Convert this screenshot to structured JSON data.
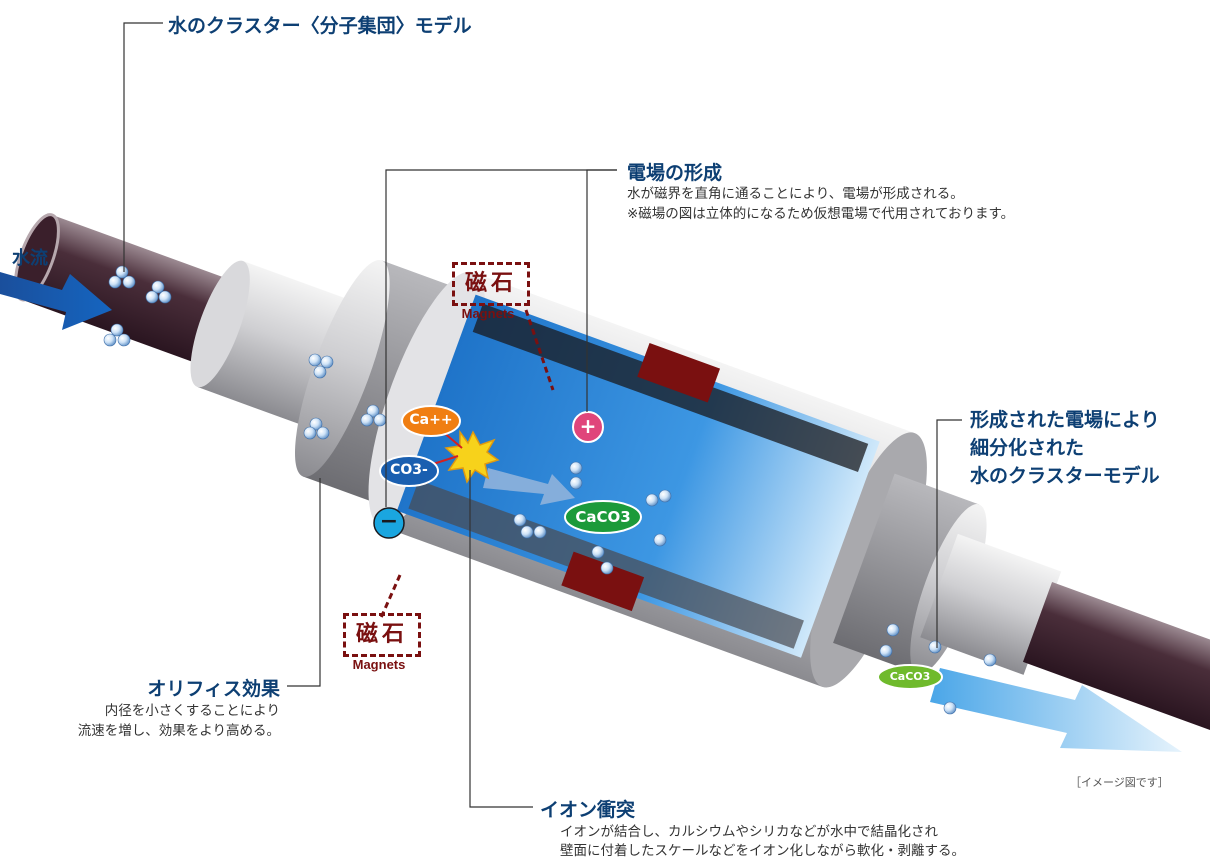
{
  "labels": {
    "cluster_model": "水のクラスター〈分子集団〉モデル",
    "water_flow": "水流",
    "electric_field": {
      "title": "電場の形成",
      "line1": "水が磁界を直角に通ることにより、電場が形成される。",
      "line2": "※磁場の図は立体的になるため仮想電場で代用されております。"
    },
    "magnet_top": {
      "kanji": "磁石",
      "english": "Magnets"
    },
    "magnet_bottom": {
      "kanji": "磁石",
      "english": "Magnets"
    },
    "result": {
      "line1": "形成された電場により",
      "line2": "細分化された",
      "line3": "水のクラスターモデル"
    },
    "orifice": {
      "title": "オリフィス効果",
      "line1": "内径を小さくすることにより",
      "line2": "流速を増し、効果をより高める。"
    },
    "ion_collision": {
      "title": "イオン衝突",
      "line1": "イオンが結合し、カルシウムやシリカなどが水中で結晶化され",
      "line2": "壁面に付着したスケールなどをイオン化しながら軟化・剥離する。"
    },
    "image_note": "［イメージ図です］"
  },
  "ions": {
    "ca": "Ca++",
    "co3": "CO3-",
    "caco3": "CaCO3",
    "caco3_small": "CaCO3",
    "plus": "+",
    "minus": "−"
  },
  "colors": {
    "title_blue": "#0d3f73",
    "magnet_red": "#7a1010",
    "water_blue": "#2f86d8",
    "ca_orange": "#f07e12",
    "caco3_green": "#1c9a3a",
    "plus_pink": "#e0457b",
    "minus_cyan": "#1aa6e0"
  }
}
